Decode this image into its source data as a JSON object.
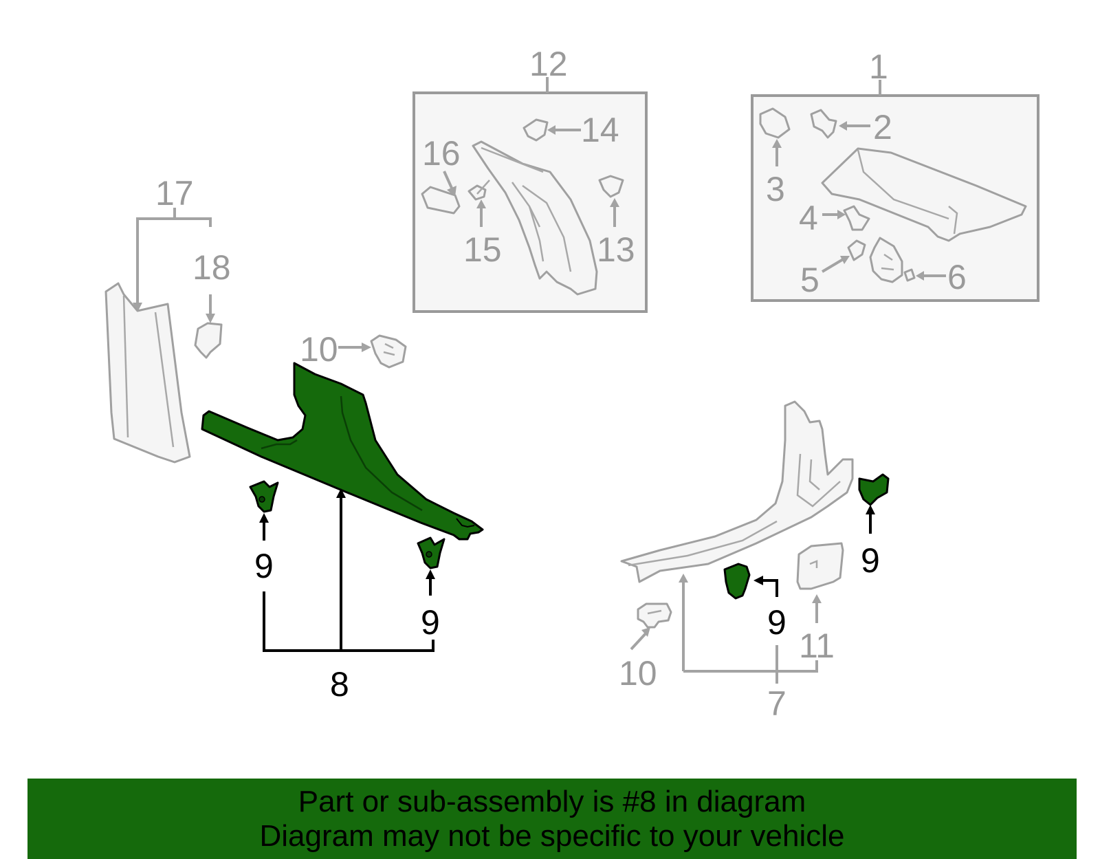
{
  "callouts": {
    "c1": "1",
    "c2": "2",
    "c3": "3",
    "c4": "4",
    "c5": "5",
    "c6": "6",
    "c7": "7",
    "c8": "8",
    "c9a": "9",
    "c9b": "9",
    "c9c": "9",
    "c9d": "9",
    "c10a": "10",
    "c10b": "10",
    "c11": "11",
    "c12": "12",
    "c13": "13",
    "c14": "14",
    "c15": "15",
    "c16": "16",
    "c17": "17",
    "c18": "18"
  },
  "colors": {
    "highlight": "#156a0c",
    "callout_gray": "#9a9a9a",
    "callout_black": "#000000",
    "banner_bg": "#156a0c"
  },
  "banner": {
    "line1": "Part or sub-assembly is #8 in diagram",
    "line2": "Diagram may not be specific to your vehicle"
  },
  "highlighted_part": "8"
}
